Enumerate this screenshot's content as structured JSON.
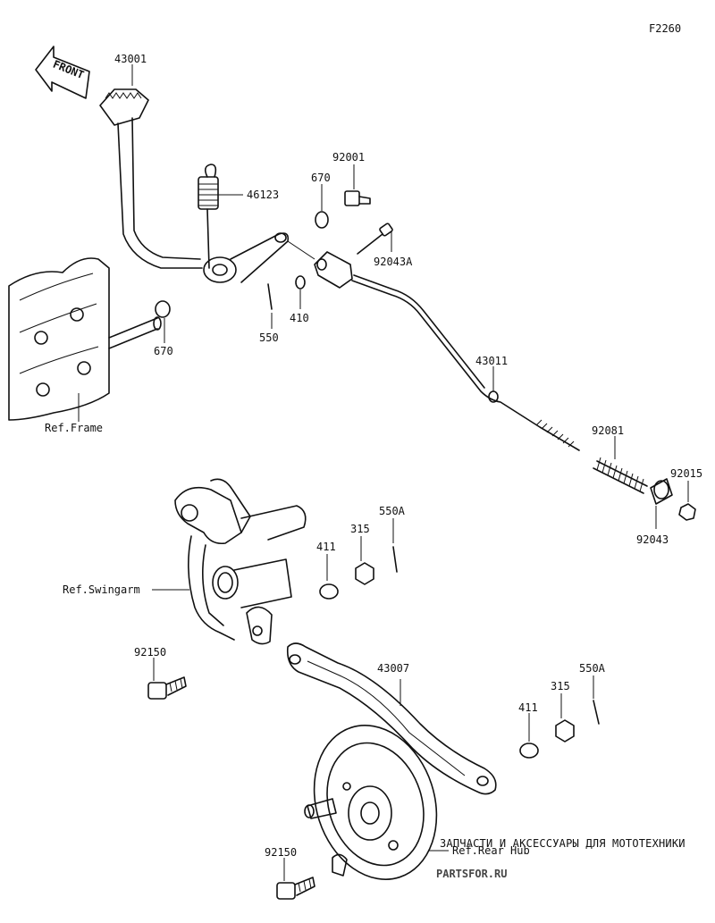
{
  "figure_code": "F2260",
  "front_label": "FRONT",
  "labels": {
    "brake_pedal": "43001",
    "spring": "46123",
    "o_ring_upper": "670",
    "o_ring_lower": "670",
    "bolt_92001": "92001",
    "pin_92043a": "92043A",
    "cotter_pin_550": "550",
    "washer_410": "410",
    "brake_rod": "43011",
    "rod_spring": "92081",
    "joint_92043": "92043",
    "nut_92015": "92015",
    "cotter_pin_550a_upper": "550A",
    "cotter_pin_550a_lower": "550A",
    "nut_315_upper": "315",
    "nut_315_lower": "315",
    "washer_411_upper": "411",
    "washer_411_lower": "411",
    "torque_link": "43007",
    "bolt_92150_upper": "92150",
    "bolt_92150_lower": "92150"
  },
  "refs": {
    "frame": "Ref.Frame",
    "swingarm": "Ref.Swingarm",
    "rear_hub": "Ref.Rear Hub"
  },
  "watermark": {
    "caption": "ЗАПЧАСТИ И АКСЕССУАРЫ ДЛЯ МОТОТЕХНИКИ",
    "logo": "PARTSFOR.RU"
  }
}
